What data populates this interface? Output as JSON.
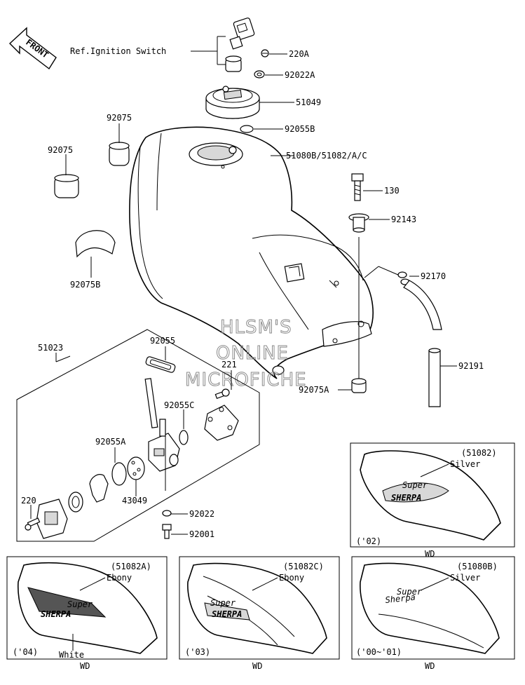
{
  "front_label": "FRONT",
  "ref_label": "Ref.Ignition Switch",
  "callouts": {
    "c220a": "220A",
    "c92022a": "92022A",
    "c51049": "51049",
    "c92055b": "92055B",
    "c51080": "51080B/51082/A/C",
    "c92075_top": "92075",
    "c92075_left": "92075",
    "c92075b": "92075B",
    "c130": "130",
    "c92143": "92143",
    "c92170": "92170",
    "c92191": "92191",
    "c92075a": "92075A",
    "c221": "221",
    "c51023": "51023",
    "c92055": "92055",
    "c92055c": "92055C",
    "c92055a": "92055A",
    "c43049": "43049",
    "c220": "220",
    "c92022": "92022",
    "c92001": "92001"
  },
  "watermark": {
    "line1": "HLSM'S",
    "line2": "ONLINE",
    "line3": "MICROFICHE"
  },
  "variants": [
    {
      "part": "(51082)",
      "color": "Silver",
      "year": "('02)",
      "market": "WD",
      "logo_line1": "Super",
      "logo_line2": "SHERPA"
    },
    {
      "part": "(51082A)",
      "color": "Ebony",
      "color2": "White",
      "year": "('04)",
      "market": "WD",
      "logo_line1": "Super",
      "logo_line2": "SHERPA"
    },
    {
      "part": "(51082C)",
      "color": "Ebony",
      "year": "('03)",
      "market": "WD",
      "logo_line1": "Super",
      "logo_line2": "SHERPA"
    },
    {
      "part": "(51080B)",
      "color": "Silver",
      "year": "('00~'01)",
      "market": "WD",
      "logo_line1": "Super",
      "logo_line2": "Sherpa"
    }
  ]
}
